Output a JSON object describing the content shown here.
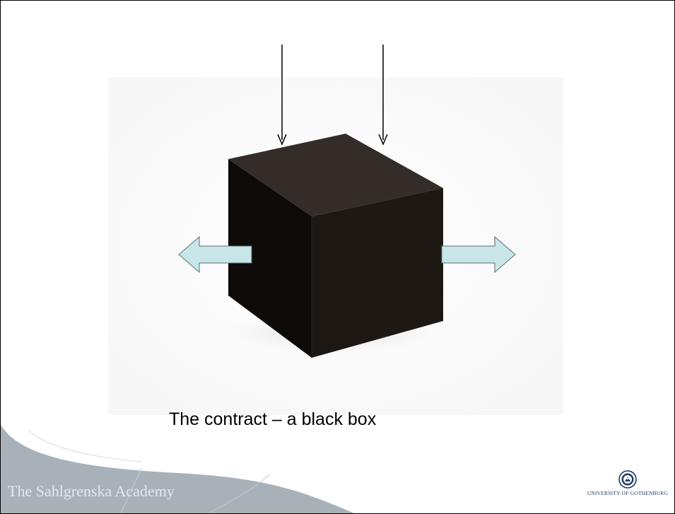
{
  "slide": {
    "caption": "The contract – a black box",
    "footer_academy": "The Sahlgrenska Academy",
    "university_name": "UNIVERSITY OF GOTHENBURG"
  },
  "colors": {
    "cube_front": "#1e1815",
    "cube_left": "#0d0a08",
    "cube_top": "#332c29",
    "side_arrow_fill": "#c8e6e8",
    "footer_band": "#a8b1b8",
    "footer_text": "#e4e8ea",
    "logo_blue": "#1f3a60"
  }
}
